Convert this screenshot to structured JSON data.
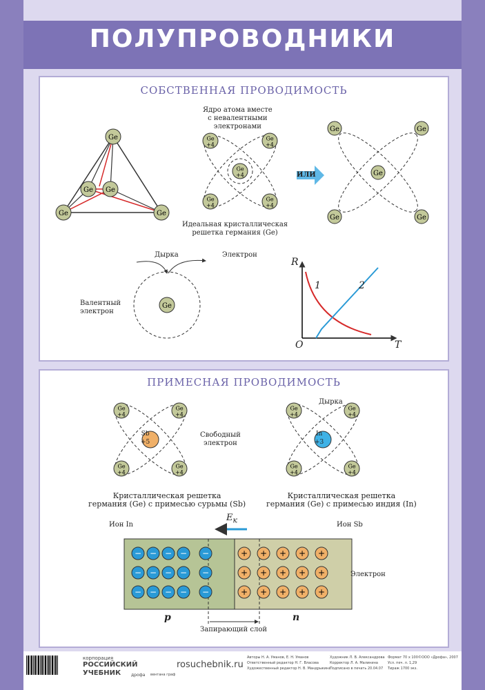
{
  "title": "ПОЛУПРОВОДНИКИ",
  "section1": {
    "title": "СОБСТВЕННАЯ ПРОВОДИМОСТЬ",
    "nucleus_label": "Ядро атома вместе\nс невалентными\nэлектронами",
    "lattice_label": "Идеальная кристаллическая\nрешетка германия (Ge)",
    "or_label": "ИЛИ",
    "hole_label": "Дырка",
    "electron_label": "Электрон",
    "valence_label": "Валентный\nэлектрон",
    "ge": "Ge",
    "ge4": "Ge\n+4"
  },
  "graph": {
    "ylabel": "R",
    "xlabel": "T",
    "origin": "O",
    "curve1": "1",
    "curve2": "2"
  },
  "section2": {
    "title": "ПРИМЕСНАЯ ПРОВОДИМОСТЬ",
    "sb": "Sb\n+5",
    "in": "In\n+3",
    "free_electron": "Свободный\nэлектрон",
    "hole": "Дырка",
    "caption_sb": "Кристаллическая решетка\nгермания (Ge) с примесью сурьмы (Sb)",
    "caption_in": "Кристаллическая решетка\nгермания (Ge) с примесью индия (In)"
  },
  "junction": {
    "field": "E",
    "field_sub": "к",
    "ion_in": "Ион In",
    "ion_sb": "Ион Sb",
    "electron": "Электрон",
    "p": "p",
    "n": "n",
    "barrier": "Запирающий слой",
    "minus": "−",
    "plus": "+"
  },
  "footer": {
    "brand1": "корпорация",
    "brand2": "РОССИЙСКИЙ",
    "brand3": "УЧЕБНИК",
    "brand4": "дрофа",
    "brand5": "вентана граф",
    "url": "rosuchebnik.ru",
    "authors": "Авторы Н. А. Уманов, Е. Н. Уманов",
    "editor": "Ответственный редактор Н. Г. Власова",
    "art": "Художественный редактор Н. В. Мандрыкина",
    "artist": "Художник Л. В. Александрова",
    "corrector": "Корректор Л. А. Малинина",
    "signed": "Подписано в печать 20.04.07",
    "format": "Формат 70 x 100",
    "sheets": "Усл. печ. л. 1,29",
    "print": "Тираж 1700 экз.",
    "copyright": "©ООО «Дрофа», 2007"
  },
  "colors": {
    "accent": "#7d73b6",
    "atom": "#c3c99a",
    "red": "#d62a2a",
    "blue": "#2a9ad6",
    "p_region": "#b6c496",
    "n_region": "#cfcfa8"
  }
}
